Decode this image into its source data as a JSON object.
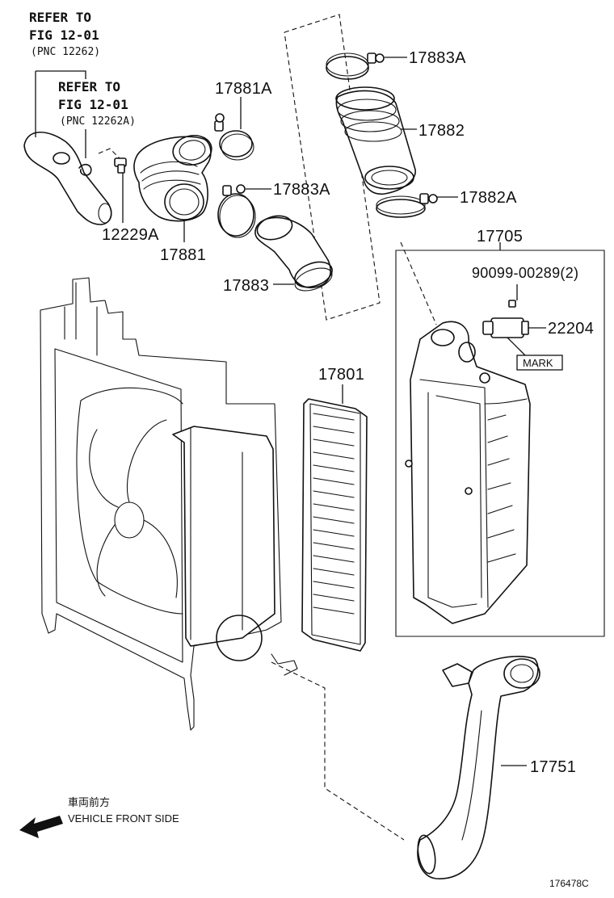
{
  "refs": [
    {
      "line1": "REFER TO",
      "line2": "FIG 12-01",
      "line3": "(PNC 12262)"
    },
    {
      "line1": "REFER TO",
      "line2": "FIG 12-01",
      "line3": "(PNC 12262A)"
    }
  ],
  "parts": {
    "p17883A_top": "17883A",
    "p17882": "17882",
    "p17882A": "17882A",
    "p17881A": "17881A",
    "p17883A_mid": "17883A",
    "p12229A": "12229A",
    "p17881": "17881",
    "p17883": "17883",
    "p17705": "17705",
    "p90099": "90099-00289(2)",
    "p22204": "22204",
    "mark": "MARK",
    "p17801": "17801",
    "p17751": "17751"
  },
  "direction": {
    "japanese": "車両前方",
    "english": "VEHICLE FRONT SIDE"
  },
  "figure_id": "176478C",
  "icons": {
    "direction_arrow": "arrow-left-down-icon"
  }
}
